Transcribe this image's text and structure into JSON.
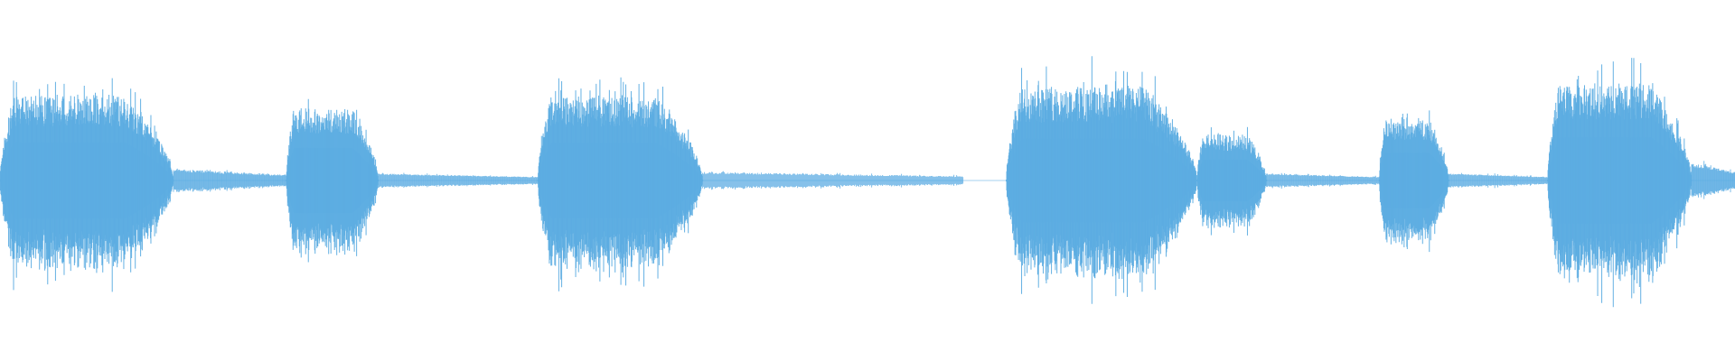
{
  "waveform": {
    "color": "#5dade2",
    "background": "#ffffff",
    "segments": [
      {
        "start": 0.0,
        "end": 0.1,
        "amp": 0.55,
        "jitter": 0.22,
        "density": 2.2
      },
      {
        "start": 0.1,
        "end": 0.165,
        "amp": 0.08,
        "jitter": 0.15,
        "density": 1.4
      },
      {
        "start": 0.165,
        "end": 0.218,
        "amp": 0.47,
        "jitter": 0.22,
        "density": 2.0
      },
      {
        "start": 0.218,
        "end": 0.31,
        "amp": 0.05,
        "jitter": 0.1,
        "density": 1.2
      },
      {
        "start": 0.31,
        "end": 0.405,
        "amp": 0.54,
        "jitter": 0.22,
        "density": 2.2
      },
      {
        "start": 0.405,
        "end": 0.555,
        "amp": 0.06,
        "jitter": 0.12,
        "density": 1.0
      },
      {
        "start": 0.58,
        "end": 0.69,
        "amp": 0.6,
        "jitter": 0.24,
        "density": 2.3
      },
      {
        "start": 0.69,
        "end": 0.73,
        "amp": 0.3,
        "jitter": 0.22,
        "density": 1.8
      },
      {
        "start": 0.73,
        "end": 0.795,
        "amp": 0.05,
        "jitter": 0.1,
        "density": 1.2
      },
      {
        "start": 0.795,
        "end": 0.835,
        "amp": 0.4,
        "jitter": 0.2,
        "density": 2.0
      },
      {
        "start": 0.835,
        "end": 0.892,
        "amp": 0.05,
        "jitter": 0.1,
        "density": 1.2
      },
      {
        "start": 0.892,
        "end": 0.975,
        "amp": 0.62,
        "jitter": 0.22,
        "density": 2.2
      },
      {
        "start": 0.975,
        "end": 1.0,
        "amp": 0.12,
        "jitter": 0.15,
        "density": 1.6
      }
    ]
  }
}
